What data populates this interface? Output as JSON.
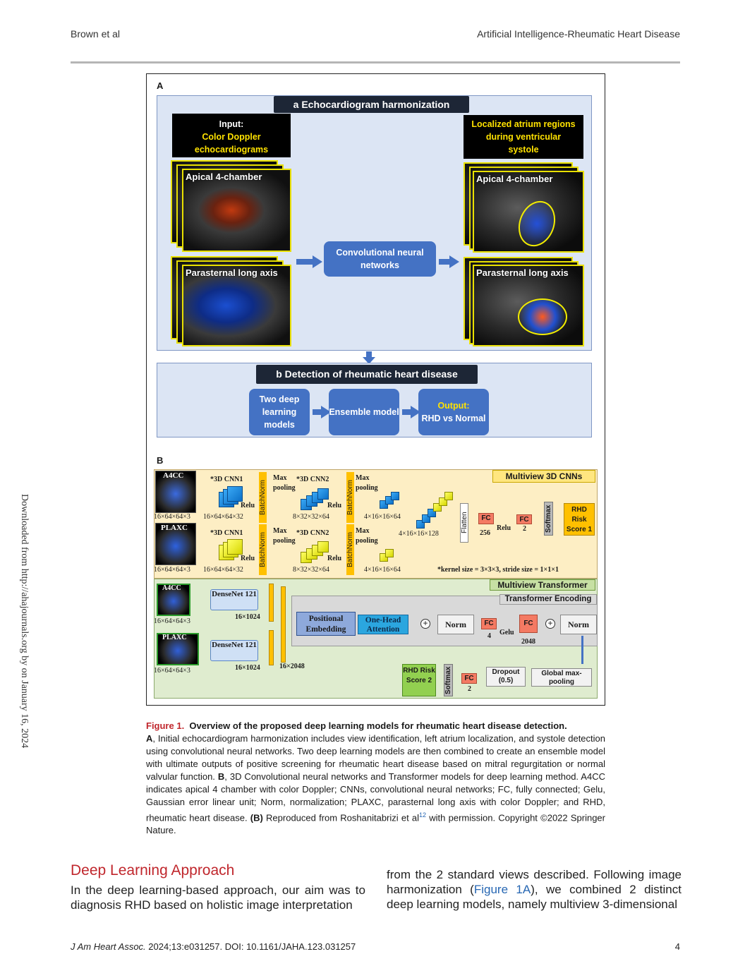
{
  "header": {
    "left": "Brown et al",
    "right": "Artificial Intelligence-Rheumatic Heart Disease"
  },
  "side_note": "Downloaded from http://ahajournals.org by on January 16, 2024",
  "figure": {
    "panel_a_label": "A",
    "panel_b_label": "B",
    "section_a": {
      "title": "a Echocardiogram  harmonization",
      "input_box": [
        "Input:",
        "Color Doppler",
        "echocardiograms"
      ],
      "output_box": [
        "Localized atrium regions",
        "during ventricular",
        "systole"
      ],
      "view1": "Apical 4-chamber",
      "view2": "Parasternal long axis",
      "view1_out": "Apical 4-chamber",
      "view2_out": "Parasternal long axis",
      "cnn": "Convolutional neural networks"
    },
    "section_b": {
      "title": "b Detection of rheumatic heart disease",
      "box1": "Two deep learning models",
      "box2": "Ensemble model",
      "box3_head": "Output:",
      "box3_body": "RHD vs Normal"
    },
    "cnn_panel": {
      "tag": "Multiview 3D CNNs",
      "a4cc": "A4CC",
      "plaxc": "PLAXC",
      "cnn1": "*3D CNN1",
      "cnn2": "*3D CNN2",
      "max_pool": "Max pooling",
      "relu": "Relu",
      "batchnorm": "BatchNorm",
      "dim_in": "16×64×64×3",
      "dim_c1": "16×64×64×32",
      "dim_c2": "8×32×32×64",
      "dim_c3": "4×16×16×64",
      "dim_c4": "4×16×16×128",
      "flatten": "Flatten",
      "fc": "FC",
      "fc1_n": "256",
      "fc2_n": "2",
      "softmax": "Softmax",
      "risk1": "RHD Risk Score 1",
      "kernel_note": "*kernel size = 3×3×3, stride size = 1×1×1"
    },
    "tf_panel": {
      "tag": "Multiview Transformer",
      "enc_tag": "Transformer Encoding",
      "a4cc": "A4CC",
      "plaxc": "PLAXC",
      "dim_in": "16×64×64×3",
      "densenet": "DenseNet 121",
      "dn_out": "16×1024",
      "concat": "16×2048",
      "pos": "Positional Embedding",
      "attn": "One-Head Attention",
      "norm": "Norm",
      "fc": "FC",
      "fc1_n": "4",
      "gelu": "Gelu",
      "fc2_n": "2048",
      "gmp": "Global max-pooling",
      "dropout": "Dropout (0.5)",
      "fc3_n": "2",
      "softmax": "Softmax",
      "risk2": "RHD Risk Score 2"
    }
  },
  "caption": {
    "label": "Figure 1.",
    "title": "Overview of the proposed deep learning models for rheumatic heart disease detection.",
    "body_a_label": "A",
    "body_a": ", Initial echocardiogram harmonization includes view identification, left atrium localization, and systole detection using convolutional neural networks. Two deep learning models are then combined to create an ensemble model with ultimate outputs of positive screening for rheumatic heart disease based on mitral regurgitation or normal valvular function.",
    "body_b_label": "B",
    "body_b": ", 3D Convolutional neural networks and Transformer models for deep learning method. A4CC indicates apical 4 chamber with color Doppler; CNNs, convolutional neural networks; FC, fully connected; Gelu, Gaussian error linear unit; Norm, normalization; PLAXC, parasternal long axis with color Doppler; and RHD, rheumatic heart disease.",
    "repro_label": "(B)",
    "repro": " Reproduced from Roshanitabrizi et al",
    "repro_ref": "12",
    "repro_end": " with permission. Copyright ©2022 Springer Nature."
  },
  "section": {
    "heading": "Deep Learning Approach",
    "left_text": "In the deep learning-based approach, our aim was to diagnosis RHD based on holistic image interpretation",
    "right_text_1": "from the 2 standard views described. Following image harmonization (",
    "right_link": "Figure 1A",
    "right_text_2": "), we combined 2 distinct deep learning models, namely multiview 3-dimensional"
  },
  "footer": {
    "journal": "J Am Heart Assoc.",
    "citation": " 2024;13:e031257. DOI: 10.1161/JAHA.123.031257",
    "page": "4"
  }
}
